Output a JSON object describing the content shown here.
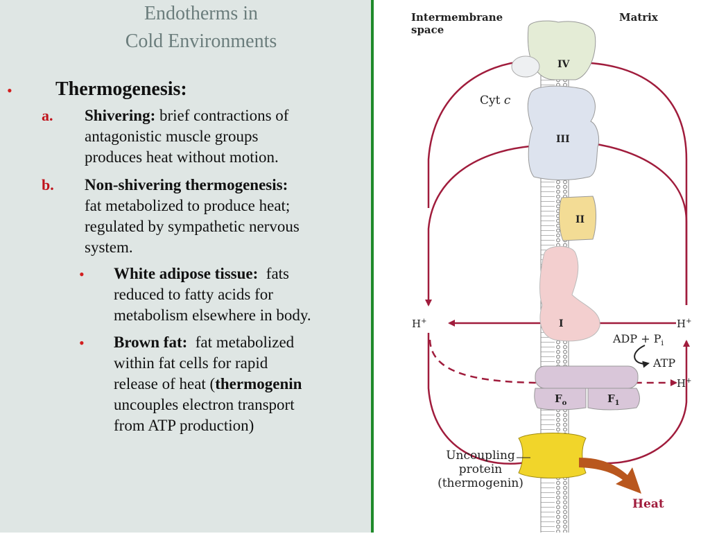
{
  "slide": {
    "title_line1": "Endotherms in",
    "title_line2": "Cold Environments",
    "main_bullet": "Thermogenesis:",
    "items": [
      {
        "marker": "a.",
        "term": "Shivering:",
        "lines": [
          " brief contractions of",
          "antagonistic muscle groups",
          "produces heat without motion."
        ]
      },
      {
        "marker": "b.",
        "term": "Non-shivering thermogenesis:",
        "lines": [
          "fat metabolized to produce heat;",
          "regulated by sympathetic nervous",
          "system."
        ]
      }
    ],
    "sub_items": [
      {
        "term": "White adipose tissue:",
        "lines": [
          "  fats",
          "reduced to fatty acids for",
          "metabolism elsewhere in body."
        ]
      },
      {
        "term": "Brown fat:",
        "lines": [
          "  fat metabolized",
          "within fat cells for rapid",
          "release of heat (",
          "thermogenin",
          "uncouples electron transport",
          "from ATP production)"
        ]
      }
    ]
  },
  "diagram": {
    "label_intermembrane_1": "Intermembrane",
    "label_intermembrane_2": "space",
    "label_matrix": "Matrix",
    "complex_iv": "IV",
    "complex_iii": "III",
    "complex_ii": "II",
    "complex_i": "I",
    "cyt_c": "Cyt",
    "cyt_c_italic": "c",
    "h_plus": "H",
    "h_sup": "+",
    "adp_pi": "ADP + P",
    "adp_sub": "i",
    "atp": "ATP",
    "fo": "F",
    "fo_sub": "o",
    "f1": "F",
    "f1_sub": "1",
    "uncoupling_1": "Uncoupling",
    "uncoupling_2": "protein",
    "uncoupling_3": "(thermogenin)",
    "heat": "Heat",
    "colors": {
      "arrow": "#a01c3c",
      "complex_iv": "#e4ecd6",
      "complex_iii": "#dde3ee",
      "complex_ii": "#f3dc95",
      "complex_i": "#f3cfcf",
      "atp_synthase": "#d9c6d9",
      "thermogenin": "#f1d52a",
      "heat_arrow": "#b9571e"
    }
  }
}
